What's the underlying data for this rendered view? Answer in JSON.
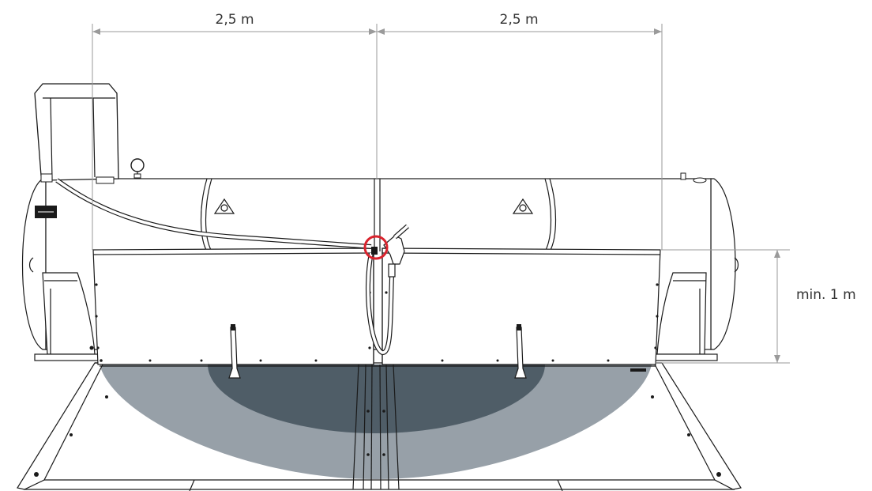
{
  "dimensions": {
    "left_span": "2,5 m",
    "right_span": "2,5 m",
    "height": "min. 1 m"
  },
  "colors": {
    "outer_zone": "#97a0a8",
    "inner_zone": "#4f5d67",
    "highlight_circle": "#d9232d",
    "dimension_line": "#9a9a9a",
    "outline": "#1a1a1a"
  },
  "icons": {
    "pressure_gauge": "pressure-gauge-icon",
    "lifting_lug": "lifting-lug-icon",
    "fuel_nozzle": "fuel-nozzle-icon"
  }
}
